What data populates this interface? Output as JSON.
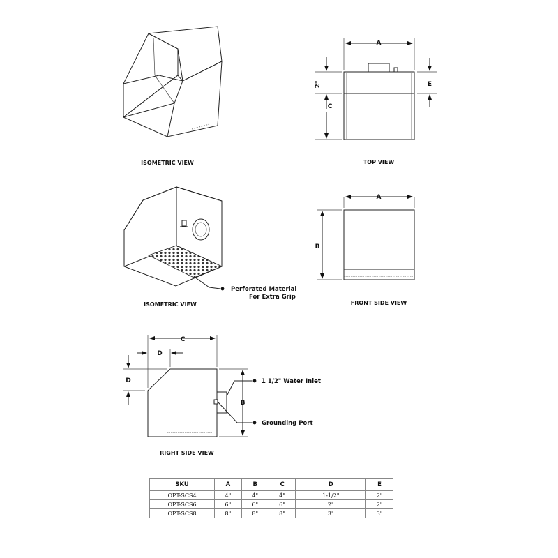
{
  "views": {
    "iso_top": "ISOMETRIC VIEW",
    "top": "TOP VIEW",
    "iso_bottom": "ISOMETRIC VIEW",
    "front": "FRONT SIDE VIEW",
    "right": "RIGHT SIDE VIEW"
  },
  "dims": {
    "a": "A",
    "b": "B",
    "c": "C",
    "d": "D",
    "e": "E",
    "two_inch": "2\""
  },
  "callouts": {
    "perforated_1": "Perforated Material",
    "perforated_2": "For Extra Grip",
    "water_inlet": "1 1/2\" Water Inlet",
    "grounding": "Grounding Port"
  },
  "table": {
    "headers": [
      "SKU",
      "A",
      "B",
      "C",
      "D",
      "E"
    ],
    "rows": [
      [
        "OPT-SCS4",
        "4\"",
        "4\"",
        "4\"",
        "1-1/2\"",
        "2\""
      ],
      [
        "OPT-SCS6",
        "6\"",
        "6\"",
        "6\"",
        "2\"",
        "2\""
      ],
      [
        "OPT-SCS8",
        "8\"",
        "8\"",
        "8\"",
        "3\"",
        "3\""
      ]
    ]
  }
}
